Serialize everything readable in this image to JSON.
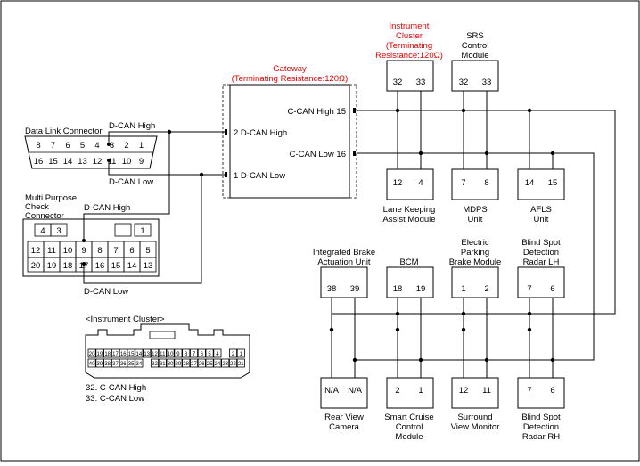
{
  "gateway": {
    "title": "Gateway",
    "subtitle": "(Terminating Resistance:120Ω)",
    "pin_can_high": "C-CAN High 15",
    "pin_can_low": "C-CAN Low 16",
    "pin_dcan_high": "2 D-CAN High",
    "pin_dcan_low": "1 D-CAN Low"
  },
  "dlc": {
    "title": "Data Link Connector",
    "row1": [
      "8",
      "7",
      "6",
      "5",
      "4",
      "3",
      "2",
      "1"
    ],
    "row2": [
      "16",
      "15",
      "14",
      "13",
      "12",
      "11",
      "10",
      "9"
    ],
    "dcan_high": "D-CAN High",
    "dcan_low": "D-CAN Low"
  },
  "mpc": {
    "title_1": "Multi Purpose",
    "title_2": "Check",
    "title_3": "Connector",
    "row1": [
      "4",
      "3",
      "",
      "",
      "1"
    ],
    "row2": [
      "12",
      "11",
      "10",
      "9",
      "8",
      "7",
      "6",
      "5"
    ],
    "row3": [
      "20",
      "19",
      "18",
      "17",
      "16",
      "15",
      "14",
      "13"
    ],
    "dcan_high": "D-CAN High",
    "dcan_low": "D-CAN Low"
  },
  "modules_top": {
    "cluster": {
      "l1": "Instrument",
      "l2": "Cluster",
      "l3": "(Terminating",
      "l4": "Resistance:120Ω)",
      "p1": "32",
      "p2": "33"
    },
    "srs": {
      "l1": "SRS",
      "l2": "Control",
      "l3": "Module",
      "p1": "32",
      "p2": "33"
    }
  },
  "modules_mid": {
    "lkas": {
      "p1": "12",
      "p2": "4",
      "l1": "Lane Keeping",
      "l2": "Assist Module"
    },
    "mdps": {
      "p1": "7",
      "p2": "8",
      "l1": "MDPS",
      "l2": "Unit"
    },
    "afls": {
      "p1": "14",
      "p2": "15",
      "l1": "AFLS",
      "l2": "Unit"
    }
  },
  "modules_low_top": {
    "iba": {
      "l1": "Integrated Brake",
      "l2": "Actuation Unit",
      "p1": "38",
      "p2": "39"
    },
    "bcm": {
      "l1": "BCM",
      "p1": "18",
      "p2": "19"
    },
    "epb": {
      "l1": "Electric",
      "l2": "Parking",
      "l3": "Brake Module",
      "p1": "1",
      "p2": "2"
    },
    "bsd_lh": {
      "l1": "Blind Spot",
      "l2": "Detection",
      "l3": "Radar LH",
      "p1": "7",
      "p2": "6"
    }
  },
  "modules_bottom": {
    "rvc": {
      "p1": "N/A",
      "p2": "N/A",
      "l1": "Rear View",
      "l2": "Camera"
    },
    "scc": {
      "p1": "2",
      "p2": "1",
      "l1": "Smart Cruise",
      "l2": "Control",
      "l3": "Module"
    },
    "svm": {
      "p1": "12",
      "p2": "11",
      "l1": "Surround",
      "l2": "View Monitor"
    },
    "bsd_rh": {
      "p1": "7",
      "p2": "6",
      "l1": "Blind Spot",
      "l2": "Detection",
      "l3": "Radar RH"
    }
  },
  "cluster_connector": {
    "title": "<Instrument Cluster>",
    "row1": [
      "20",
      "19",
      "18",
      "17",
      "16",
      "15",
      "14",
      "13",
      "12",
      "11",
      "10",
      "9",
      "8",
      "7",
      "6",
      "5",
      "4",
      "",
      "2",
      "1"
    ],
    "row2": [
      "40",
      "39",
      "38",
      "37",
      "36",
      "35",
      "34",
      "",
      "32",
      "31",
      "30",
      "29",
      "28",
      "27",
      "26",
      "25",
      "24",
      "23",
      "22",
      "21"
    ],
    "note1": "32. C-CAN High",
    "note2": "33. C-CAN Low"
  }
}
